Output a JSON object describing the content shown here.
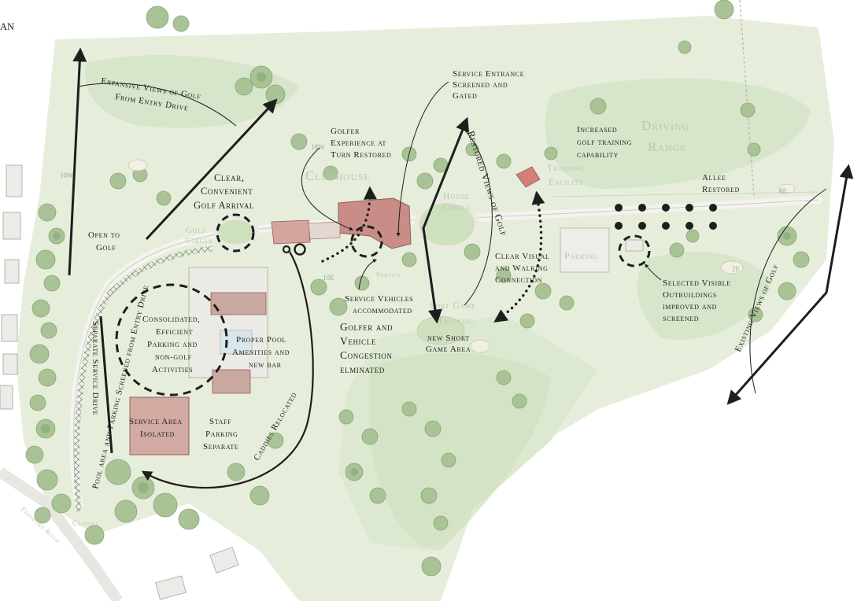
{
  "corner_fragment": "AN",
  "annotations": {
    "expansive_views_l1": "Expansive Views of Golf",
    "expansive_views_l2": "From Entry Drive",
    "golfer_turn_l1": "Golfer",
    "golfer_turn_l2": "Experience at",
    "golfer_turn_l3": "Turn Restored",
    "service_entrance_l1": "Service Entrance",
    "service_entrance_l2": "Screened and",
    "service_entrance_l3": "Gated",
    "increased_training_l1": "Increased",
    "increased_training_l2": "golf training",
    "increased_training_l3": "capability",
    "clear_golf_l1": "Clear,",
    "clear_golf_l2": "Convenient",
    "clear_golf_l3": "Golf Arrival",
    "allee_l1": "Allee",
    "allee_l2": "Restored",
    "open_golf_l1": "Open to",
    "open_golf_l2": "Golf",
    "clear_visual_l1": "Clear Visual",
    "clear_visual_l2": "and Walking",
    "clear_visual_l3": "Connection",
    "selected_visible_l1": "Selected Visible",
    "selected_visible_l2": "Outbuildings",
    "selected_visible_l3": "improved and",
    "selected_visible_l4": "screened",
    "service_vehicles_l1": "Service Vehicles",
    "service_vehicles_l2": "accommodated",
    "consolidated_l1": "Consolidated,",
    "consolidated_l2": "Efficient",
    "consolidated_l3": "Parking and",
    "consolidated_l4": "non-golf",
    "consolidated_l5": "Activities",
    "golfer_vehicle_l1": "Golfer and",
    "golfer_vehicle_l2": "Vehicle",
    "golfer_vehicle_l3": "Congestion",
    "golfer_vehicle_l4": "elminated",
    "pool_amenities_l1": "Proper Pool",
    "pool_amenities_l2": "Amenities and",
    "pool_amenities_l3": "new bar",
    "new_short_game_l1": "new Short",
    "new_short_game_l2": "Game Area",
    "service_area_l1": "Service Area",
    "service_area_l2": "Isolated",
    "staff_parking_l1": "Staff",
    "staff_parking_l2": "Parking",
    "staff_parking_l3": "Separate",
    "pool_area_screened": "Pool area and Parking Screened from Entry Drive",
    "separate_service_drive": "Separate Service Drive",
    "caddies_relocated": "Caddies Relocated",
    "restored_views": "Restored Views of Golf",
    "existing_views": "Existing Views of Golf"
  },
  "base_map_labels": {
    "clubhouse": "Clubhouse",
    "driving_range_l1": "Driving",
    "driving_range_l2": "Range",
    "training_facility_l1": "Training",
    "training_facility_l2": "Facility",
    "house_circle_l1": "House",
    "house_circle_l2": "Circle",
    "golf_circle_l1": "Golf",
    "golf_circle_l2": "Circle",
    "parking": "Parking",
    "service": "Service",
    "short_game_l1": "Sort Game",
    "short_game_l2": "Training",
    "caddies": "Caddies",
    "fenimore_road": "Fenimore Road",
    "hole_18w": "18W",
    "hole_10w": "10W",
    "hole_10e": "10E",
    "hole_8e": "8E",
    "hole_2e": "2E"
  },
  "colors": {
    "paper": "#ffffff",
    "lawn": "#e6eedb",
    "turf": "#d3e2c5",
    "tree": "#a9c396",
    "tree_dark": "#86a674",
    "building_red": "#c98c86",
    "building_gray": "#e7e4df",
    "ink": "#1e1e1e"
  }
}
